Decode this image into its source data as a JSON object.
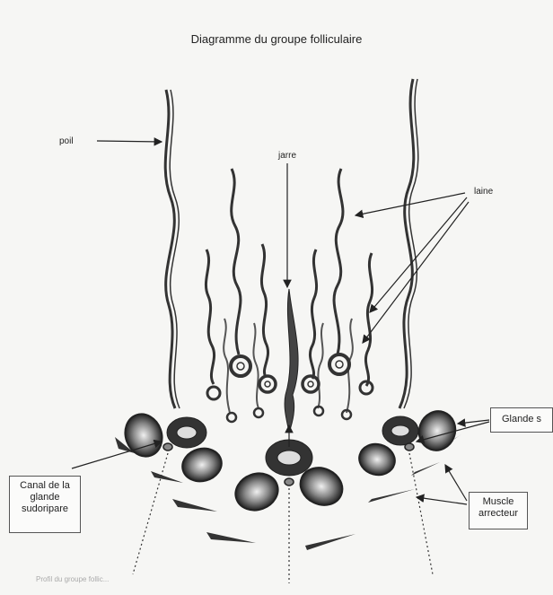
{
  "title": "Diagramme du groupe folliculaire",
  "labels": {
    "poil": "poil",
    "jarre": "jarre",
    "laine": "laine",
    "glande": "Glande s",
    "canal": "Canal de la glande sudoripare",
    "muscle": "Muscle arrecteur"
  },
  "caption": "Profil du groupe follic..."
}
